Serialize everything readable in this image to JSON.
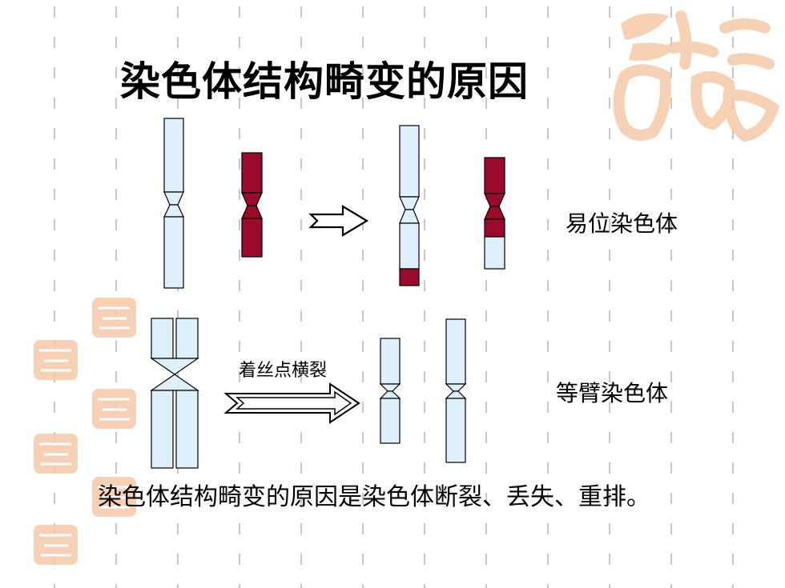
{
  "slide": {
    "title": "染色体结构畸变的原因",
    "translocation_label": "易位染色体",
    "isochromosome_label": "等臂染色体",
    "arrow_annotation": "着丝点横裂",
    "caption": "染色体结构畸变的原因是染色体断裂、丢失、重排。"
  },
  "colors": {
    "chromosome_light": "#ddf0fb",
    "chromosome_dark": "#9b0a2c",
    "seal": "#f6c9a8",
    "gridline": "#c8c8c8"
  }
}
